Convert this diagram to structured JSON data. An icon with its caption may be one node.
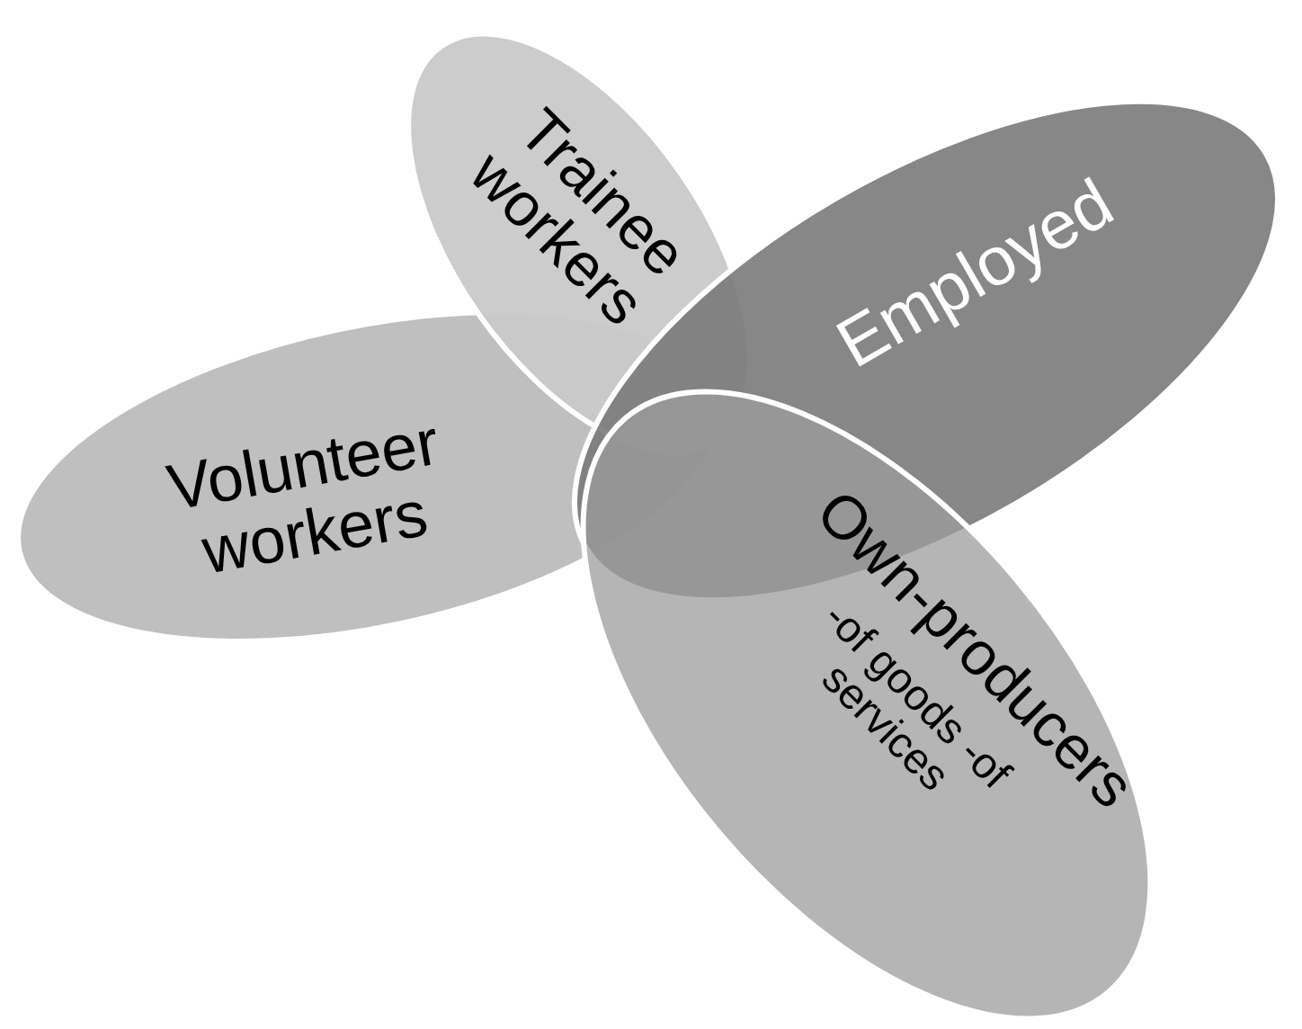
{
  "diagram": {
    "nodes": [
      {
        "text": [
          "Volunteer workers"
        ]
      },
      {
        "text": [
          "Trainee workers"
        ]
      },
      {
        "text": [
          "Employed"
        ]
      },
      {
        "text": [
          "Own-producers",
          "-of goods -of services"
        ]
      }
    ]
  }
}
